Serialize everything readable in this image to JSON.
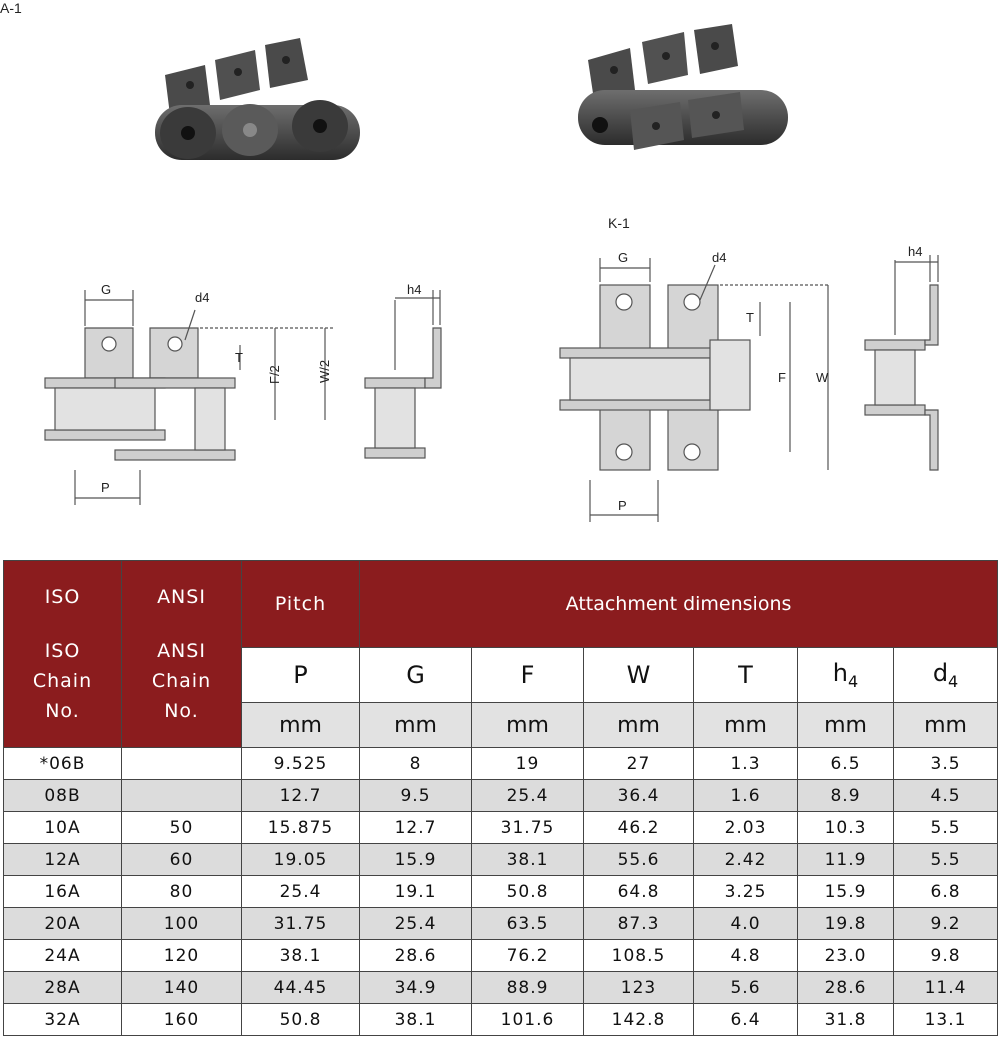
{
  "diagrams": {
    "a1": {
      "label": "A-1",
      "dims": {
        "g": "G",
        "d4": "d4",
        "t": "T",
        "f_half": "F/2",
        "w_half": "W/2",
        "p": "P",
        "h4": "h4"
      }
    },
    "k1": {
      "label": "K-1",
      "dims": {
        "g": "G",
        "d4": "d4",
        "t": "T",
        "f": "F",
        "w": "W",
        "p": "P",
        "h4": "h4"
      }
    }
  },
  "table": {
    "header": {
      "iso": "ISO",
      "ansi": "ANSI",
      "pitch": "Pitch",
      "attachment": "Attachment dimensions",
      "iso_chain_no": "ISO Chain No.",
      "ansi_chain_no": "ANSI Chain No.",
      "symbols": [
        "P",
        "G",
        "F",
        "W",
        "T",
        "h",
        "d"
      ],
      "symbol_subscripts": [
        "",
        "",
        "",
        "",
        "",
        "4",
        "4"
      ],
      "unit": "mm"
    },
    "rows": [
      {
        "iso": "*06B",
        "ansi": "",
        "p": "9.525",
        "g": "8",
        "f": "19",
        "w": "27",
        "t": "1.3",
        "h4": "6.5",
        "d4": "3.5"
      },
      {
        "iso": "08B",
        "ansi": "",
        "p": "12.7",
        "g": "9.5",
        "f": "25.4",
        "w": "36.4",
        "t": "1.6",
        "h4": "8.9",
        "d4": "4.5"
      },
      {
        "iso": "10A",
        "ansi": "50",
        "p": "15.875",
        "g": "12.7",
        "f": "31.75",
        "w": "46.2",
        "t": "2.03",
        "h4": "10.3",
        "d4": "5.5"
      },
      {
        "iso": "12A",
        "ansi": "60",
        "p": "19.05",
        "g": "15.9",
        "f": "38.1",
        "w": "55.6",
        "t": "2.42",
        "h4": "11.9",
        "d4": "5.5"
      },
      {
        "iso": "16A",
        "ansi": "80",
        "p": "25.4",
        "g": "19.1",
        "f": "50.8",
        "w": "64.8",
        "t": "3.25",
        "h4": "15.9",
        "d4": "6.8"
      },
      {
        "iso": "20A",
        "ansi": "100",
        "p": "31.75",
        "g": "25.4",
        "f": "63.5",
        "w": "87.3",
        "t": "4.0",
        "h4": "19.8",
        "d4": "9.2"
      },
      {
        "iso": "24A",
        "ansi": "120",
        "p": "38.1",
        "g": "28.6",
        "f": "76.2",
        "w": "108.5",
        "t": "4.8",
        "h4": "23.0",
        "d4": "9.8"
      },
      {
        "iso": "28A",
        "ansi": "140",
        "p": "44.45",
        "g": "34.9",
        "f": "88.9",
        "w": "123",
        "t": "5.6",
        "h4": "28.6",
        "d4": "11.4"
      },
      {
        "iso": "32A",
        "ansi": "160",
        "p": "50.8",
        "g": "38.1",
        "f": "101.6",
        "w": "142.8",
        "t": "6.4",
        "h4": "31.8",
        "d4": "13.1"
      }
    ]
  },
  "colors": {
    "header_bg": "#8b1c1e",
    "unit_row_bg": "#e2e2e2",
    "alt_row_bg": "#dcdcdc"
  }
}
